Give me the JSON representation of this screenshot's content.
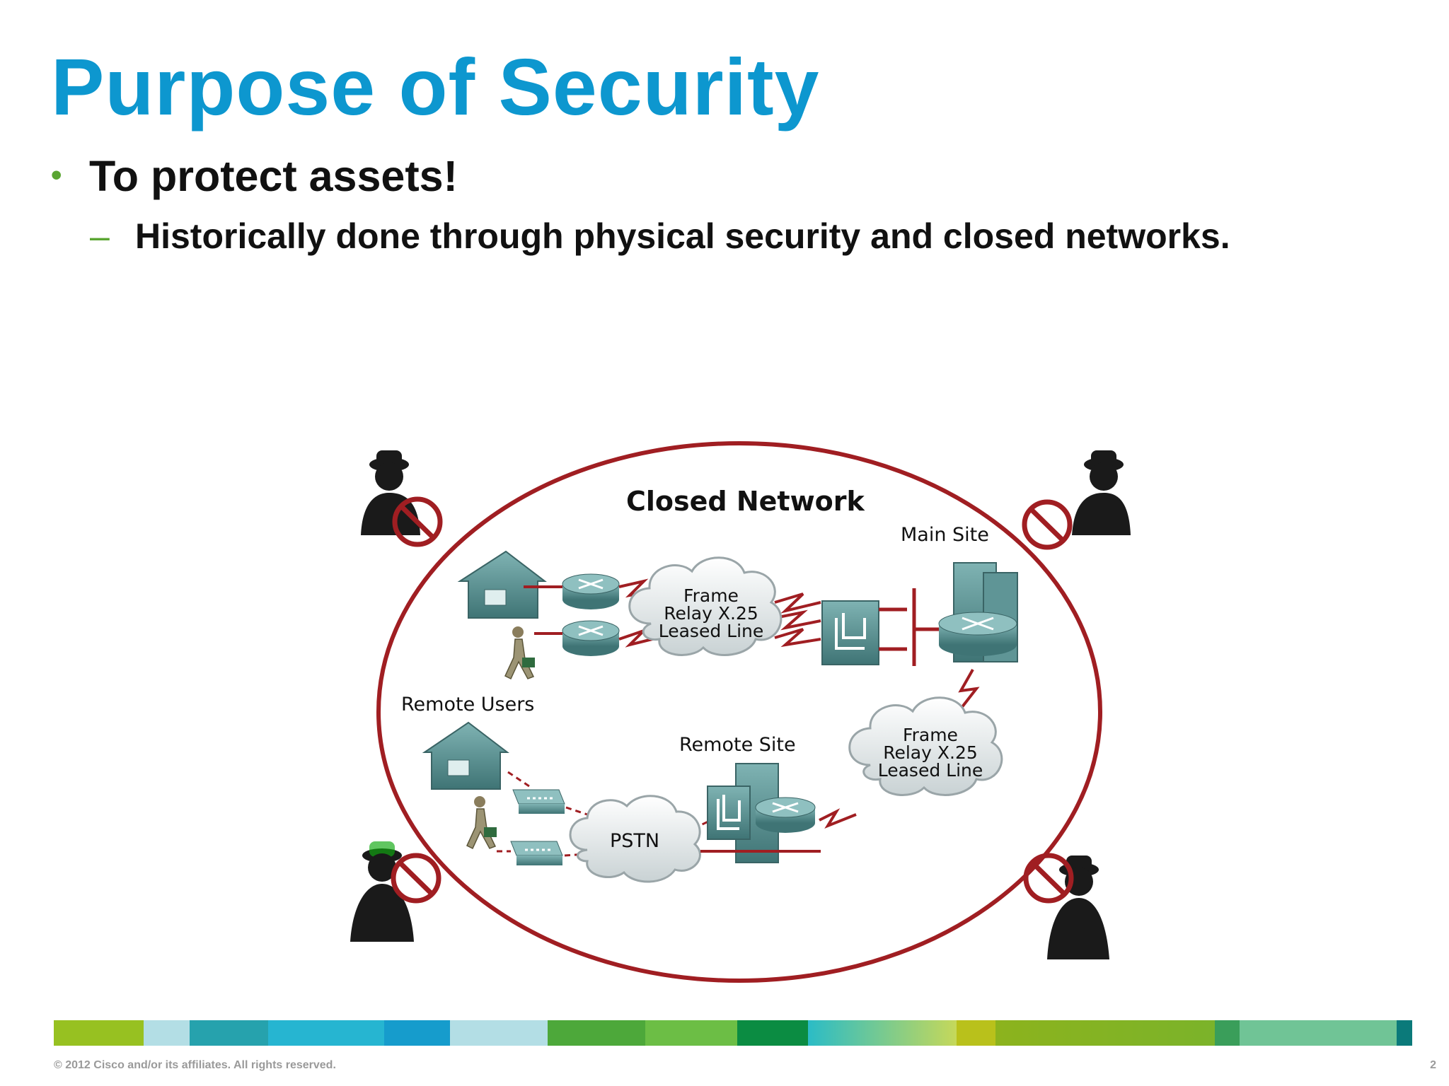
{
  "slide": {
    "title": "Purpose of Security",
    "bullet": "To protect assets!",
    "sub_bullet": "Historically done through physical security and closed networks."
  },
  "diagram": {
    "network_label": "Closed Network",
    "main_site": "Main Site",
    "frame_relay_top": [
      "Frame",
      "Relay X.25",
      "Leased Line"
    ],
    "frame_relay_right": [
      "Frame",
      "Relay X.25",
      "Leased Line"
    ],
    "remote_users": "Remote Users",
    "remote_site": "Remote Site",
    "pstn": "PSTN"
  },
  "footer": {
    "copyright": "© 2012 Cisco and/or its affiliates. All rights reserved.",
    "page_number": "2"
  },
  "colors": {
    "title": "#0d97cf",
    "bullet": "#5aa532",
    "boundary": "#a01e22",
    "device": "#4f8a8b"
  }
}
